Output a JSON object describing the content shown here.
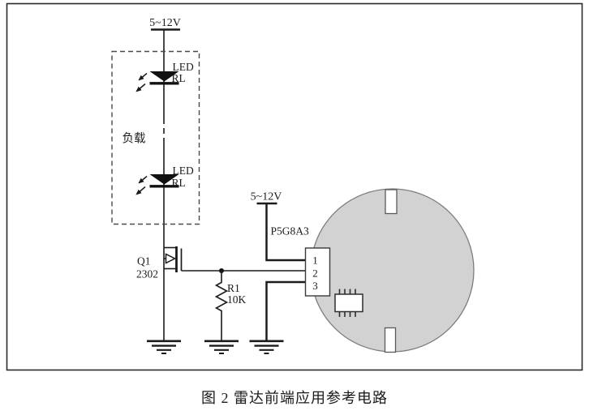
{
  "figure": {
    "caption": "图 2 雷达前端应用参考电路"
  },
  "circuit": {
    "supply_top_label": "5~12V",
    "supply_right_label": "5~12V",
    "load_box_label": "负载",
    "led_top": {
      "name": "LED",
      "ref": "RL"
    },
    "led_bottom": {
      "name": "LED",
      "ref": "RL"
    },
    "mosfet": {
      "ref": "Q1",
      "model": "2302"
    },
    "resistor": {
      "ref": "R1",
      "value": "10K"
    },
    "module": {
      "part_number": "P5G8A3",
      "pins": [
        "1",
        "2",
        "3"
      ]
    }
  },
  "colors": {
    "line": "#1b1b1b",
    "module_fill": "#d2d2d2",
    "module_stroke": "#7d7d7d",
    "background": "#ffffff"
  }
}
